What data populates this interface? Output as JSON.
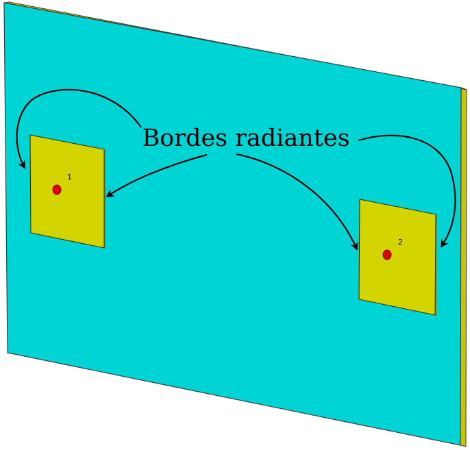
{
  "diagram": {
    "callout": "Bordes radiantes",
    "ports": [
      {
        "label": "1"
      },
      {
        "label": "2"
      }
    ],
    "colors": {
      "substrate_face": "#00d4d4",
      "substrate_edge": "#3a3a3a",
      "substrate_side": "#c9c400",
      "patch": "#d4d400",
      "patch_edge": "#2a2a00",
      "feed_point": "#e00000",
      "arrow": "#000000"
    }
  }
}
